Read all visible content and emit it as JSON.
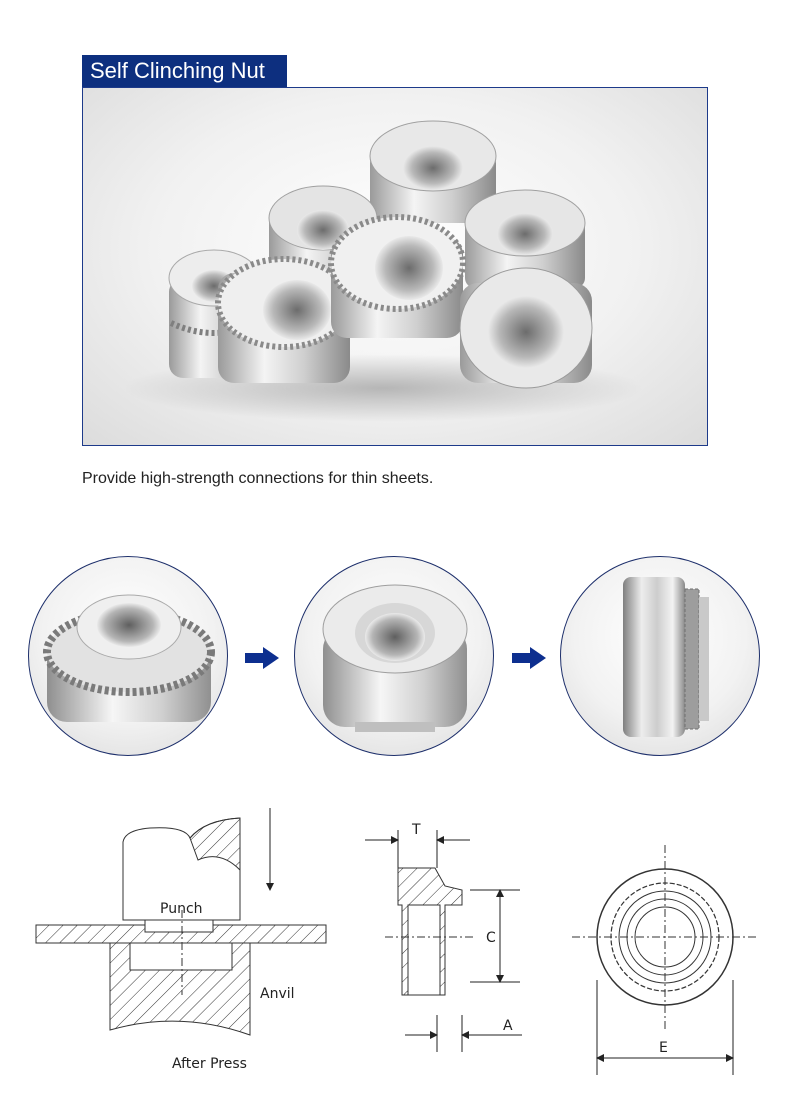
{
  "header": {
    "title": "Self Clinching Nut"
  },
  "caption": "Provide high-strength connections for thin sheets.",
  "install_steps": [
    "nut-photo-knurled",
    "nut-photo-flange",
    "nut-photo-side"
  ],
  "diagram": {
    "punch_label": "Punch",
    "anvil_label": "Anvil",
    "after_press_label": "After Press",
    "dim_t": "T",
    "dim_c": "C",
    "dim_a": "A",
    "dim_e": "E"
  },
  "colors": {
    "brand": "#0d2f7f",
    "border": "#1d2f6b",
    "arrow": "#0d2f8f"
  }
}
